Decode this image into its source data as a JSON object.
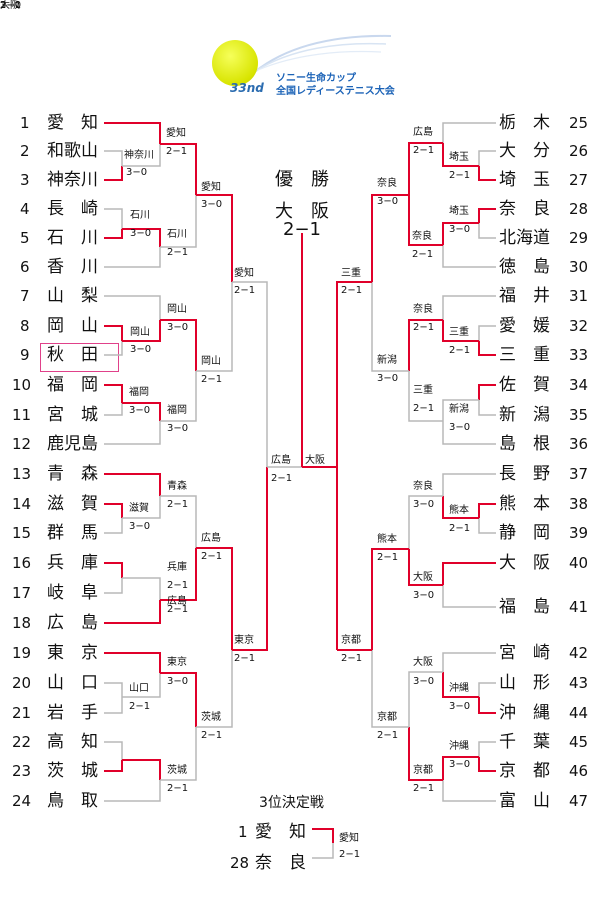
{
  "colors": {
    "winner_line": "#e0002a",
    "loser_line": "#b8b8b8",
    "logo_blue": "#1c63b7",
    "highlight": "#e0418a"
  },
  "logo": {
    "edition": "33nd",
    "line1": "ソニー生命カップ",
    "line2": "全国レディーステニス大会",
    "icon": "tennis-ball-icon"
  },
  "final": {
    "title": "優　勝",
    "champion": "大　阪",
    "score": "2−1"
  },
  "left_teams": [
    {
      "num": "1",
      "name": "愛　知"
    },
    {
      "num": "2",
      "name": "和歌山"
    },
    {
      "num": "3",
      "name": "神奈川"
    },
    {
      "num": "4",
      "name": "長　崎"
    },
    {
      "num": "5",
      "name": "石　川"
    },
    {
      "num": "6",
      "name": "香　川"
    },
    {
      "num": "7",
      "name": "山　梨"
    },
    {
      "num": "8",
      "name": "岡　山"
    },
    {
      "num": "9",
      "name": "秋　田"
    },
    {
      "num": "10",
      "name": "福　岡"
    },
    {
      "num": "11",
      "name": "宮　城"
    },
    {
      "num": "12",
      "name": "鹿児島"
    },
    {
      "num": "13",
      "name": "青　森"
    },
    {
      "num": "14",
      "name": "滋　賀"
    },
    {
      "num": "15",
      "name": "群　馬"
    },
    {
      "num": "16",
      "name": "兵　庫"
    },
    {
      "num": "17",
      "name": "岐　阜"
    },
    {
      "num": "18",
      "name": "広　島"
    },
    {
      "num": "19",
      "name": "東　京"
    },
    {
      "num": "20",
      "name": "山　口"
    },
    {
      "num": "21",
      "name": "岩　手"
    },
    {
      "num": "22",
      "name": "高　知"
    },
    {
      "num": "23",
      "name": "茨　城"
    },
    {
      "num": "24",
      "name": "鳥　取"
    }
  ],
  "right_teams": [
    {
      "num": "25",
      "name": "栃　木"
    },
    {
      "num": "26",
      "name": "大　分"
    },
    {
      "num": "27",
      "name": "埼　玉"
    },
    {
      "num": "28",
      "name": "奈　良"
    },
    {
      "num": "29",
      "name": "北海道"
    },
    {
      "num": "30",
      "name": "徳　島"
    },
    {
      "num": "31",
      "name": "福　井"
    },
    {
      "num": "32",
      "name": "愛　媛"
    },
    {
      "num": "33",
      "name": "三　重"
    },
    {
      "num": "34",
      "name": "佐　賀"
    },
    {
      "num": "35",
      "name": "新　潟"
    },
    {
      "num": "36",
      "name": "島　根"
    },
    {
      "num": "37",
      "name": "長　野"
    },
    {
      "num": "38",
      "name": "熊　本"
    },
    {
      "num": "39",
      "name": "静　岡"
    },
    {
      "num": "40",
      "name": "大　阪"
    },
    {
      "num": "41",
      "name": "福　島"
    },
    {
      "num": "42",
      "name": "宮　崎"
    },
    {
      "num": "43",
      "name": "山　形"
    },
    {
      "num": "44",
      "name": "沖　縄"
    },
    {
      "num": "45",
      "name": "千　葉"
    },
    {
      "num": "46",
      "name": "京　都"
    },
    {
      "num": "47",
      "name": "富　山"
    }
  ],
  "match_labels": [
    "神奈川",
    "3−0",
    "愛知",
    "2−1",
    "石川",
    "3−0",
    "石川",
    "2−1",
    "愛知",
    "3−0",
    "岡山",
    "3−0",
    "岡山",
    "3−0",
    "福岡",
    "3−0",
    "福岡",
    "3−0",
    "岡山",
    "2−1",
    "愛知",
    "2−1",
    "青森",
    "2−1",
    "滋賀",
    "3−0",
    "兵庫",
    "2−1",
    "広島",
    "2−1",
    "広島",
    "2−1",
    "山口",
    "2−1",
    "東京",
    "3−0",
    "茨城",
    "2−1",
    "茨城",
    "2−1",
    "東京",
    "2−1",
    "広島",
    "2−1",
    "広島",
    "2−1",
    "埼玉",
    "2−1",
    "埼玉",
    "3−0",
    "奈良",
    "2−1",
    "奈良",
    "3−0",
    "奈良",
    "2−1",
    "三重",
    "2−1",
    "三重",
    "2−1",
    "新潟",
    "3−0",
    "新潟",
    "3−0",
    "三重",
    "2−1",
    "奈良",
    "3−0",
    "熊本",
    "2−1",
    "熊本",
    "2−1",
    "大阪",
    "3−0",
    "大阪",
    "3−0",
    "沖縄",
    "3−0",
    "沖縄",
    "3−0",
    "京都",
    "2−1",
    "京都",
    "2−1",
    "京都",
    "2−1",
    "大阪",
    "2−1",
    "大阪",
    "3−0"
  ],
  "third_place": {
    "title": "3位決定戦",
    "team_a": {
      "num": "1",
      "name": "愛　知"
    },
    "team_b": {
      "num": "28",
      "name": "奈　良"
    },
    "winner": "愛知",
    "score": "2−1"
  }
}
